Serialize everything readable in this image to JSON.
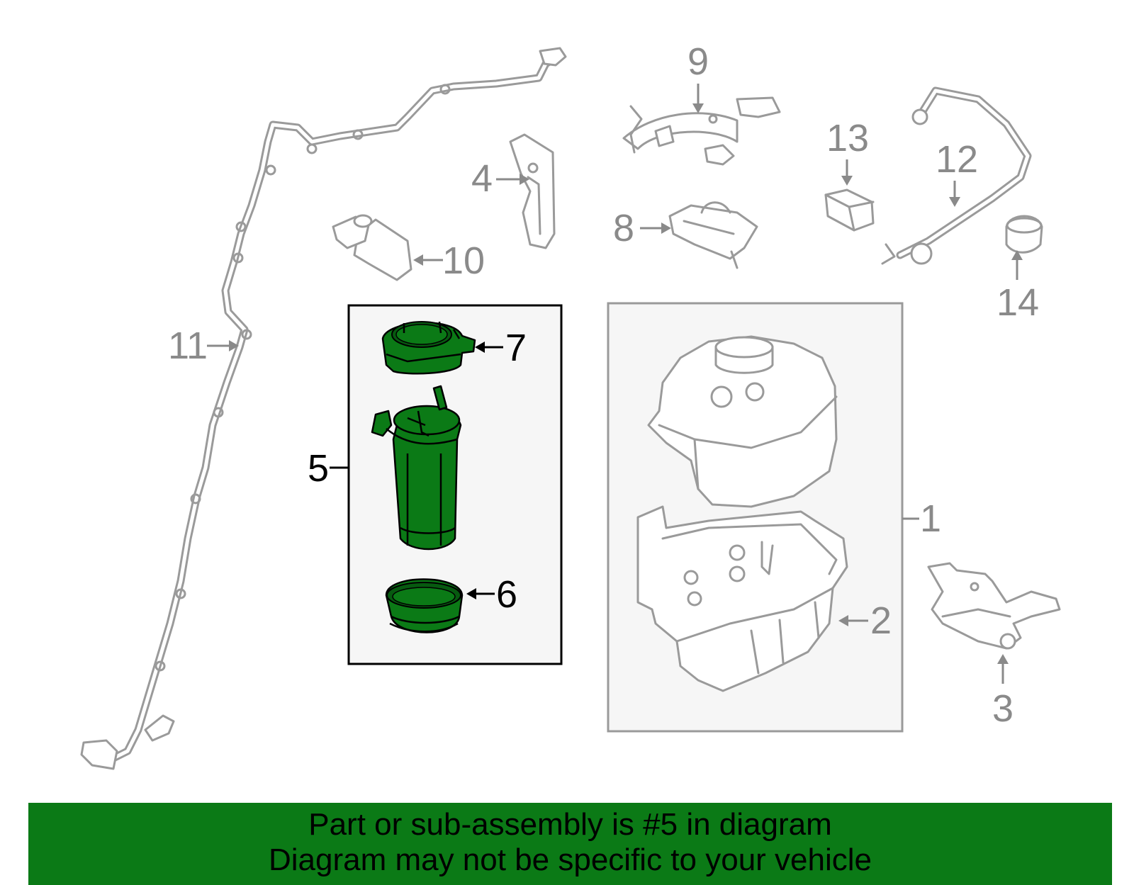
{
  "callouts": {
    "c1": "1",
    "c2": "2",
    "c3": "3",
    "c4": "4",
    "c5": "5",
    "c6": "6",
    "c7": "7",
    "c8": "8",
    "c9": "9",
    "c10": "10",
    "c11": "11",
    "c12": "12",
    "c13": "13",
    "c14": "14"
  },
  "highlight_color": "#0b7a16",
  "banner": {
    "line1": "Part or sub-assembly is #5 in diagram",
    "line2": "Diagram may not be specific to your vehicle"
  }
}
